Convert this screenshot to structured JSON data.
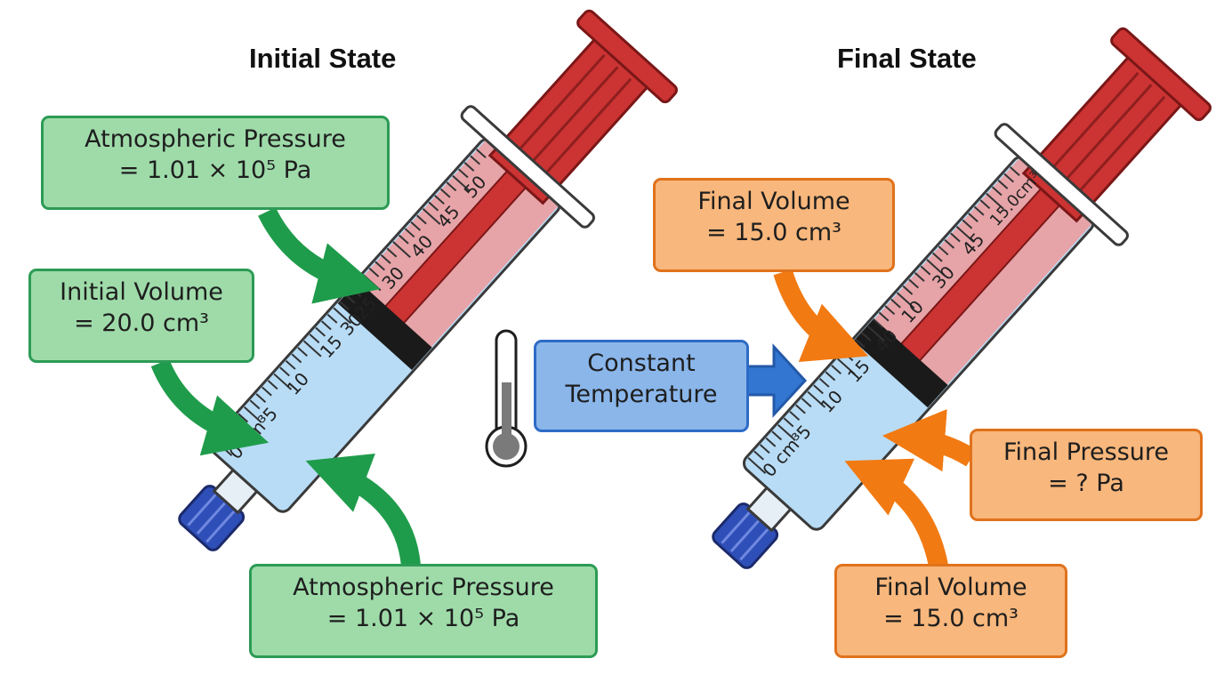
{
  "titles": {
    "initial": "Initial State",
    "final": "Final State"
  },
  "labels": {
    "atm_top": {
      "line1": "Atmospheric Pressure",
      "line2": "= 1.01 × 10⁵ Pa"
    },
    "initial_volume": {
      "line1": "Initial Volume",
      "line2": "= 20.0 cm³"
    },
    "atm_bottom": {
      "line1": "Atmospheric Pressure",
      "line2": "= 1.01 × 10⁵ Pa"
    },
    "final_volume_top": {
      "line1": "Final Volume",
      "line2": "= 15.0 cm³"
    },
    "constant_temp": {
      "line1": "Constant",
      "line2": "Temperature"
    },
    "final_pressure": {
      "line1": "Final Pressure",
      "line2": "= ? Pa"
    },
    "final_volume_bottom": {
      "line1": "Final Volume",
      "line2": "= 15.0 cm³"
    }
  },
  "syringe_left": {
    "scale_labels": [
      "0 cm³",
      "5",
      "10",
      "15",
      "30",
      "25",
      "30",
      "40",
      "45",
      "50"
    ]
  },
  "syringe_right": {
    "scale_labels": [
      "0 cm³",
      "5",
      "10",
      "15",
      "40",
      "10",
      "30",
      "45",
      "15.0cm³"
    ]
  },
  "colors": {
    "green_fill": "#9edba9",
    "green_border": "#2c9b55",
    "orange_fill": "#f8b77c",
    "orange_border": "#e0721c",
    "blue_fill": "#8ab6ea",
    "blue_border": "#2e6bc6",
    "plunger_red": "#cc3333",
    "barrel_blue": "#b8dcf5",
    "cap_blue": "#2f4fb8"
  }
}
